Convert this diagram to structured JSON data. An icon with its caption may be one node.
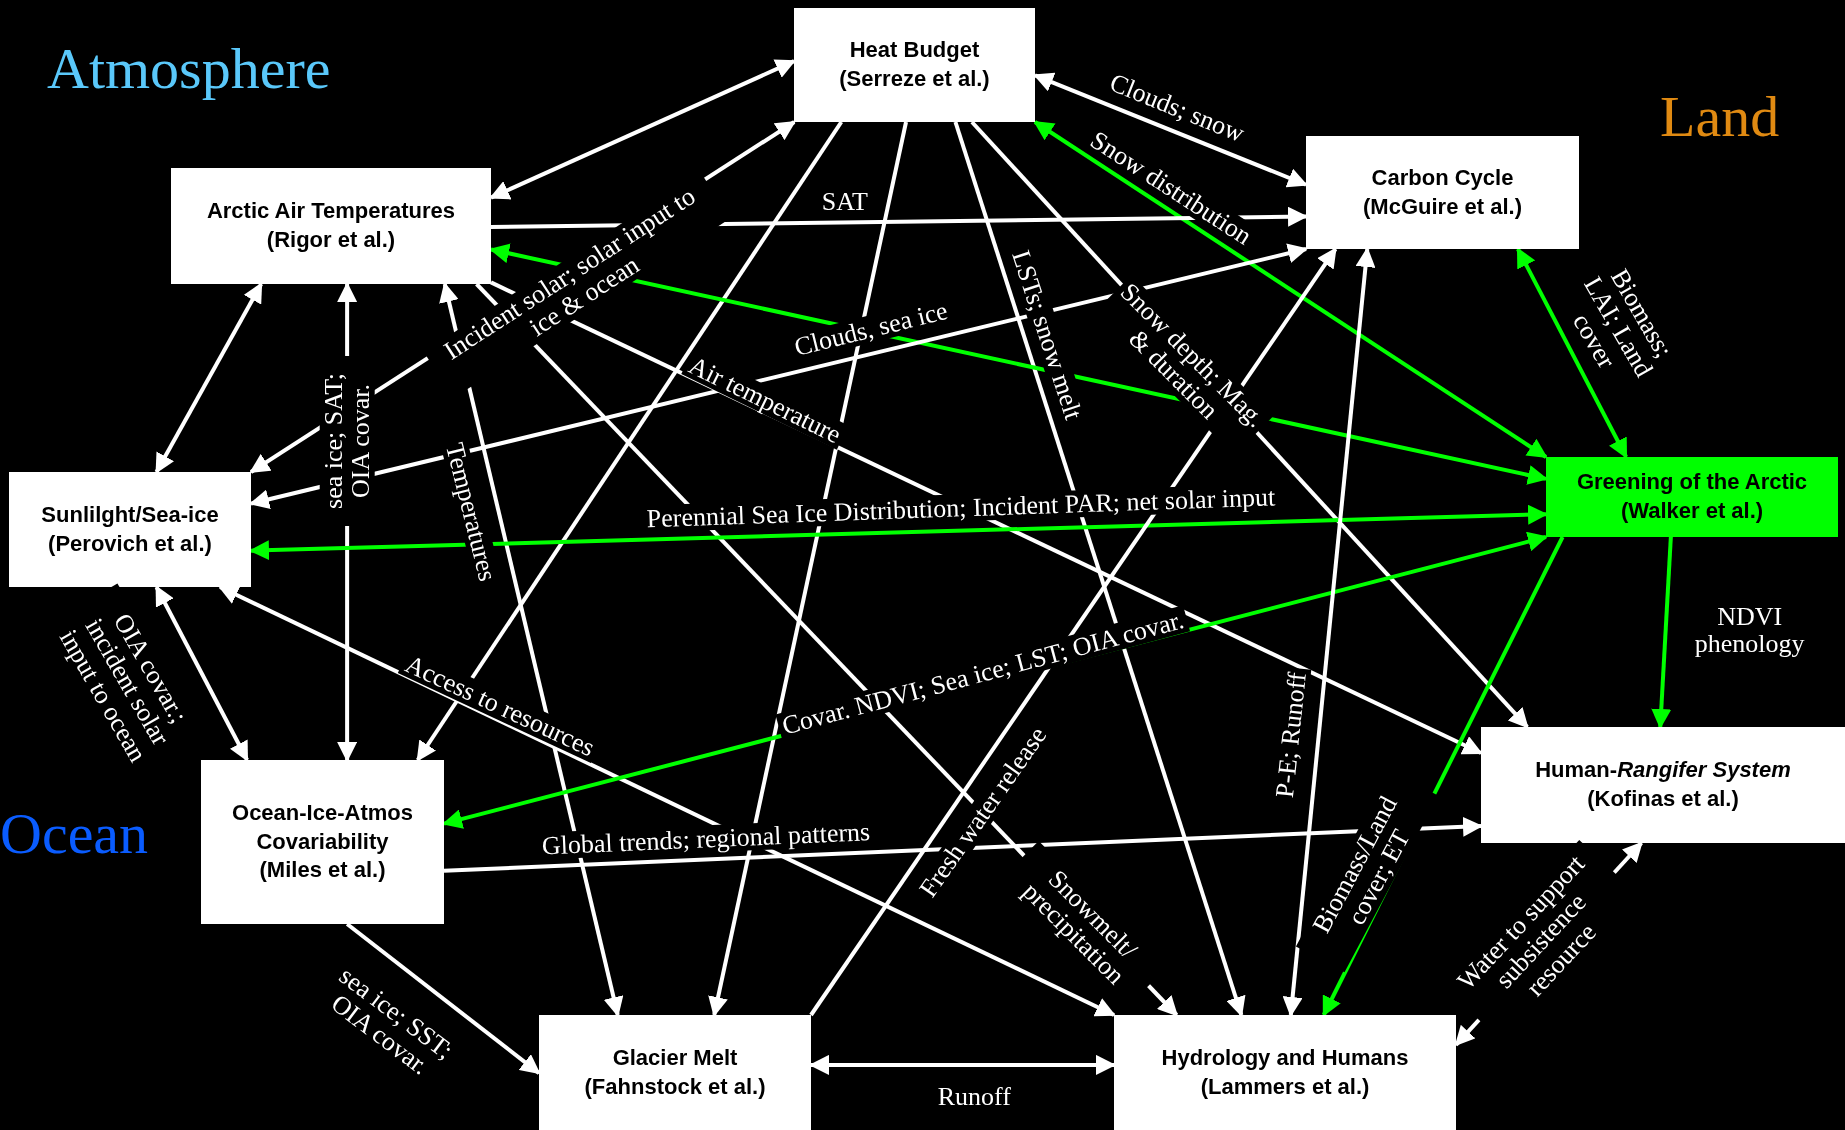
{
  "diagram": {
    "nodes": [
      {
        "text": [
          "Heat Budget",
          "(Serreze et al.)"
        ]
      },
      {
        "text": [
          "Arctic Air Temperatures",
          "(Rigor et al.)"
        ]
      },
      {
        "text": [
          "Carbon Cycle",
          "(McGuire et al.)"
        ]
      },
      {
        "text": [
          "Sunlilght/Sea-ice",
          "(Perovich et al.)"
        ]
      },
      {
        "text": [
          "Greening of the Arctic",
          "(Walker et al.)"
        ]
      },
      {
        "text": [
          "Human-*Rangifer System*",
          "(Kofinas et al.)"
        ]
      },
      {
        "text": [
          "Ocean-Ice-Atmos Covariability",
          "(Miles et al.)"
        ]
      },
      {
        "text": [
          "Glacier Melt",
          "(Fahnstock et al.)"
        ]
      },
      {
        "text": [
          "Hydrology and Humans",
          "(Lammers et al.)"
        ]
      }
    ],
    "edges": [
      {
        "from": 1,
        "to": 0,
        "arrow": "both"
      },
      {
        "from": 0,
        "to": 2,
        "arrow": "both",
        "label": "Clouds; snow"
      },
      {
        "from": 0,
        "to": 4,
        "arrow": "both",
        "label": "Snow distribution",
        "color": "#00ff00"
      },
      {
        "from": 1,
        "to": 2,
        "arrow": "to",
        "label": "SAT"
      },
      {
        "from": 3,
        "to": 0,
        "arrow": "both",
        "label": "Incident solar; solar input to ice & ocean"
      },
      {
        "from": 0,
        "to": 6,
        "arrow": "to"
      },
      {
        "from": 0,
        "to": 7,
        "arrow": "to"
      },
      {
        "from": 0,
        "to": 8,
        "arrow": "to",
        "label": "LSTs; snow melt"
      },
      {
        "from": 0,
        "to": 5,
        "arrow": "to",
        "label": "Snow depth; Mag. & duration"
      },
      {
        "from": 1,
        "to": 3,
        "arrow": "both"
      },
      {
        "from": 1,
        "to": 6,
        "arrow": "both",
        "label": "sea ice; SAT; OIA covar."
      },
      {
        "from": 1,
        "to": 7,
        "arrow": "both",
        "label": "Temperatures"
      },
      {
        "from": 1,
        "to": 4,
        "arrow": "both",
        "color": "#00ff00"
      },
      {
        "from": 2,
        "to": 3,
        "arrow": "both",
        "label": "Clouds, sea ice"
      },
      {
        "from": 1,
        "to": 5,
        "arrow": "to",
        "label": "Air temperature"
      },
      {
        "from": 1,
        "to": 8,
        "arrow": "to",
        "label": "Snowmelt/ precipitation"
      },
      {
        "from": 3,
        "to": 8,
        "arrow": "both",
        "label": "Access to resources"
      },
      {
        "from": 3,
        "to": 6,
        "arrow": "both",
        "label": "OIA covar.; incident solar input to ocean"
      },
      {
        "from": 4,
        "to": 3,
        "arrow": "both",
        "label": "Perennial Sea Ice Distribution; Incident PAR; net solar input",
        "color": "#00ff00"
      },
      {
        "from": 4,
        "to": 6,
        "arrow": "both",
        "label": "Covar. NDVI; Sea ice; LST; OIA covar.",
        "color": "#00ff00"
      },
      {
        "from": 6,
        "to": 5,
        "arrow": "to",
        "label": "Global trends; regional patterns"
      },
      {
        "from": 6,
        "to": 7,
        "arrow": "to",
        "label": "sea ice; SST; OIA covar."
      },
      {
        "from": 7,
        "to": 2,
        "arrow": "to",
        "label": "Fresh water release"
      },
      {
        "from": 8,
        "to": 2,
        "arrow": "both",
        "label": "P-E; Runoff"
      },
      {
        "from": 7,
        "to": 8,
        "arrow": "both",
        "label": "Runoff"
      },
      {
        "from": 4,
        "to": 8,
        "arrow": "to",
        "label": "Biomass/Land cover; ET",
        "color": "#00ff00"
      },
      {
        "from": 4,
        "to": 5,
        "arrow": "to",
        "label": "NDVI phenology",
        "color": "#00ff00"
      },
      {
        "from": 2,
        "to": 4,
        "arrow": "both",
        "label": "Biomass; LAI; Land cover",
        "color": "#00ff00"
      },
      {
        "from": 5,
        "to": 8,
        "arrow": "both",
        "label": "Water to support subsistence resource"
      }
    ],
    "labels": [
      "Atmosphere",
      "Land",
      "Ocean"
    ]
  }
}
